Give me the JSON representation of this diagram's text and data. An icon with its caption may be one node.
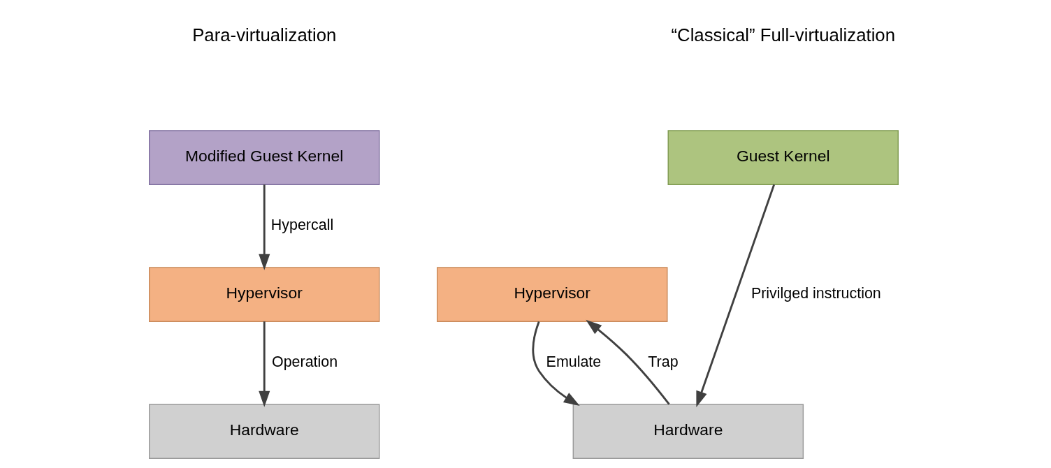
{
  "diagram": {
    "nodes": [
      {
        "text": [
          "Modified Guest Kernel"
        ]
      },
      {
        "text": [
          "Hypervisor"
        ]
      },
      {
        "text": [
          "Hardware"
        ]
      },
      {
        "text": [
          "Guest Kernel"
        ]
      },
      {
        "text": [
          "Hypervisor"
        ]
      },
      {
        "text": [
          "Hardware"
        ]
      }
    ],
    "edges": [
      {
        "from": 0,
        "to": 1,
        "arrow": "to",
        "label": "Hypercall"
      },
      {
        "from": 1,
        "to": 2,
        "arrow": "to",
        "label": "Operation"
      },
      {
        "from": 3,
        "to": 5,
        "arrow": "to",
        "label": "Privilged instruction"
      },
      {
        "from": 5,
        "to": 4,
        "arrow": "to",
        "label": "Trap"
      },
      {
        "from": 4,
        "to": 5,
        "arrow": "to",
        "label": "Emulate"
      }
    ],
    "labels": [
      "Para-virtualization",
      "“Classical” Full-virtualization"
    ]
  }
}
